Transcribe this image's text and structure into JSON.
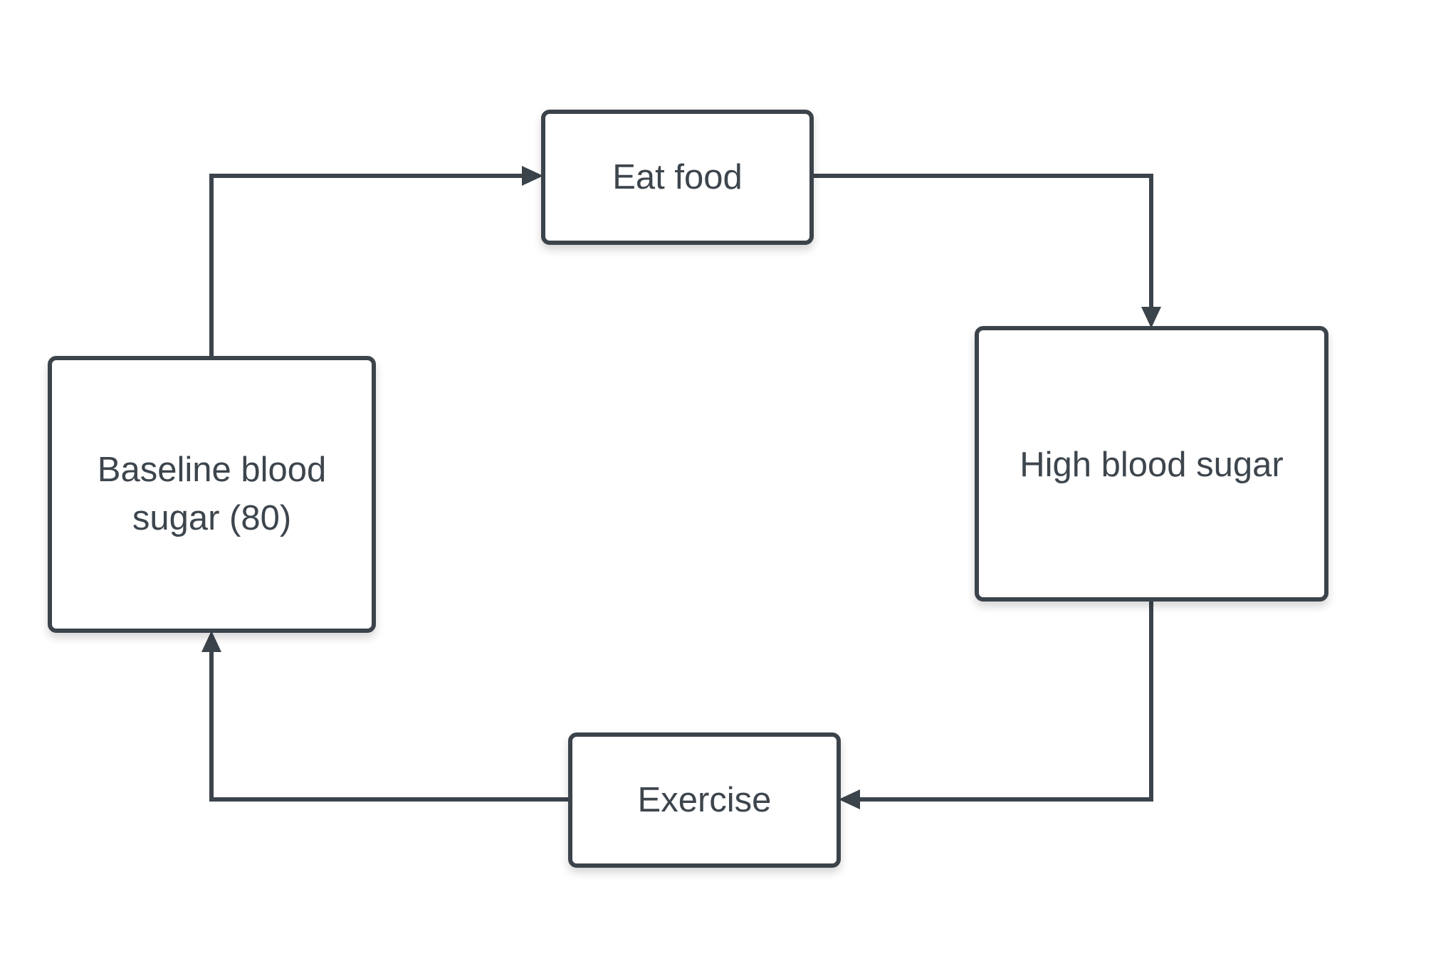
{
  "colors": {
    "stroke": "#3b434b",
    "text": "#3d454d",
    "background": "#ffffff"
  },
  "nodes": {
    "eat_food": "Eat food",
    "high_blood_sugar": "High blood sugar",
    "exercise": "Exercise",
    "baseline": "Baseline blood sugar (80)"
  },
  "edges": [
    {
      "from": "Baseline blood sugar (80)",
      "to": "Eat food"
    },
    {
      "from": "Eat food",
      "to": "High blood sugar"
    },
    {
      "from": "High blood sugar",
      "to": "Exercise"
    },
    {
      "from": "Exercise",
      "to": "Baseline blood sugar (80)"
    }
  ]
}
